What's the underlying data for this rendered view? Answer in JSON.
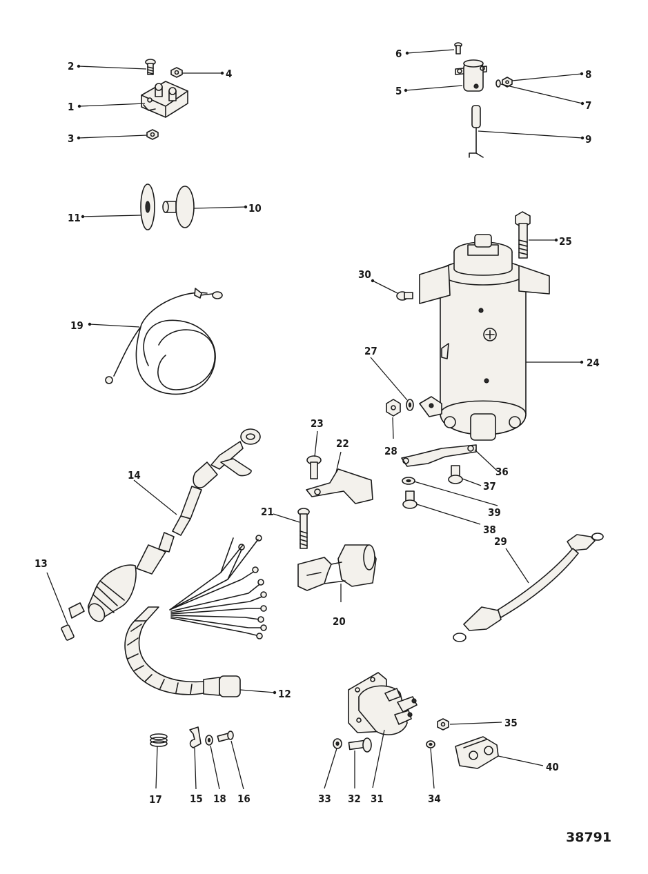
{
  "figure_number": "38791",
  "callouts": {
    "c1": "1",
    "c2": "2",
    "c3": "3",
    "c4": "4",
    "c5": "5",
    "c6": "6",
    "c7": "7",
    "c8": "8",
    "c9": "9",
    "c10": "10",
    "c11": "11",
    "c12": "12",
    "c13": "13",
    "c14": "14",
    "c15": "15",
    "c16": "16",
    "c17": "17",
    "c18": "18",
    "c19": "19",
    "c20": "20",
    "c21": "21",
    "c22": "22",
    "c23": "23",
    "c24": "24",
    "c25": "25",
    "c27": "27",
    "c28": "28",
    "c29": "29",
    "c30": "30",
    "c31": "31",
    "c32": "32",
    "c33": "33",
    "c34": "34",
    "c35": "35",
    "c36": "36",
    "c37": "37",
    "c38": "38",
    "c39": "39",
    "c40": "40"
  }
}
